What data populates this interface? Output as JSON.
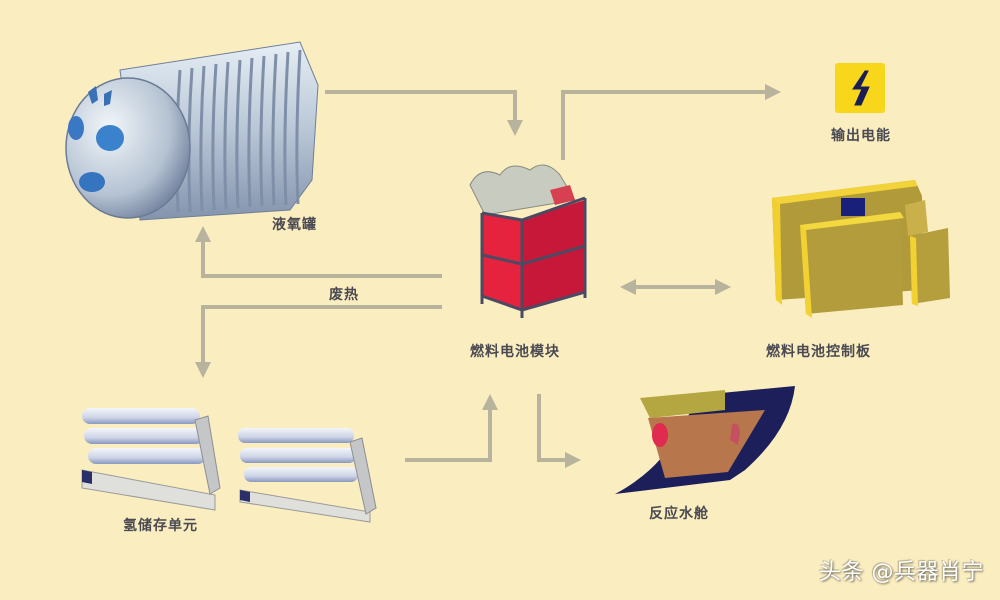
{
  "diagram": {
    "title": "",
    "nodes": {
      "liquid_oxygen_tank": {
        "label": "液氧罐"
      },
      "power_output": {
        "label": "输出电能"
      },
      "fuel_cell_module": {
        "label": "燃料电池模块"
      },
      "fuel_cell_control_board": {
        "label": "燃料电池控制板"
      },
      "hydrogen_storage_unit": {
        "label": "氢储存单元"
      },
      "reaction_water_tank": {
        "label": "反应水舱"
      }
    },
    "edges": [
      {
        "from": "liquid_oxygen_tank",
        "to": "fuel_cell_module",
        "label": ""
      },
      {
        "from": "fuel_cell_module",
        "to": "power_output",
        "label": ""
      },
      {
        "from": "fuel_cell_module",
        "to": "liquid_oxygen_tank",
        "label": "废热"
      },
      {
        "from": "fuel_cell_module",
        "to": "hydrogen_storage_unit",
        "label": "废热"
      },
      {
        "from": "hydrogen_storage_unit",
        "to": "fuel_cell_module",
        "label": ""
      },
      {
        "from": "fuel_cell_module",
        "to": "reaction_water_tank",
        "label": ""
      },
      {
        "from": "fuel_cell_module",
        "to": "fuel_cell_control_board",
        "label": "",
        "bidirectional": true
      }
    ],
    "waste_heat_label": "废热"
  },
  "colors": {
    "background": "#faedc0",
    "arrow": "#b8b39c",
    "fuel_cell_red": "#d81c3a",
    "control_board_yellow": "#e6c531",
    "power_icon_yellow": "#f7d61c",
    "hull_navy": "#1c1f5a"
  },
  "watermark": "头条 @兵器肖宁"
}
